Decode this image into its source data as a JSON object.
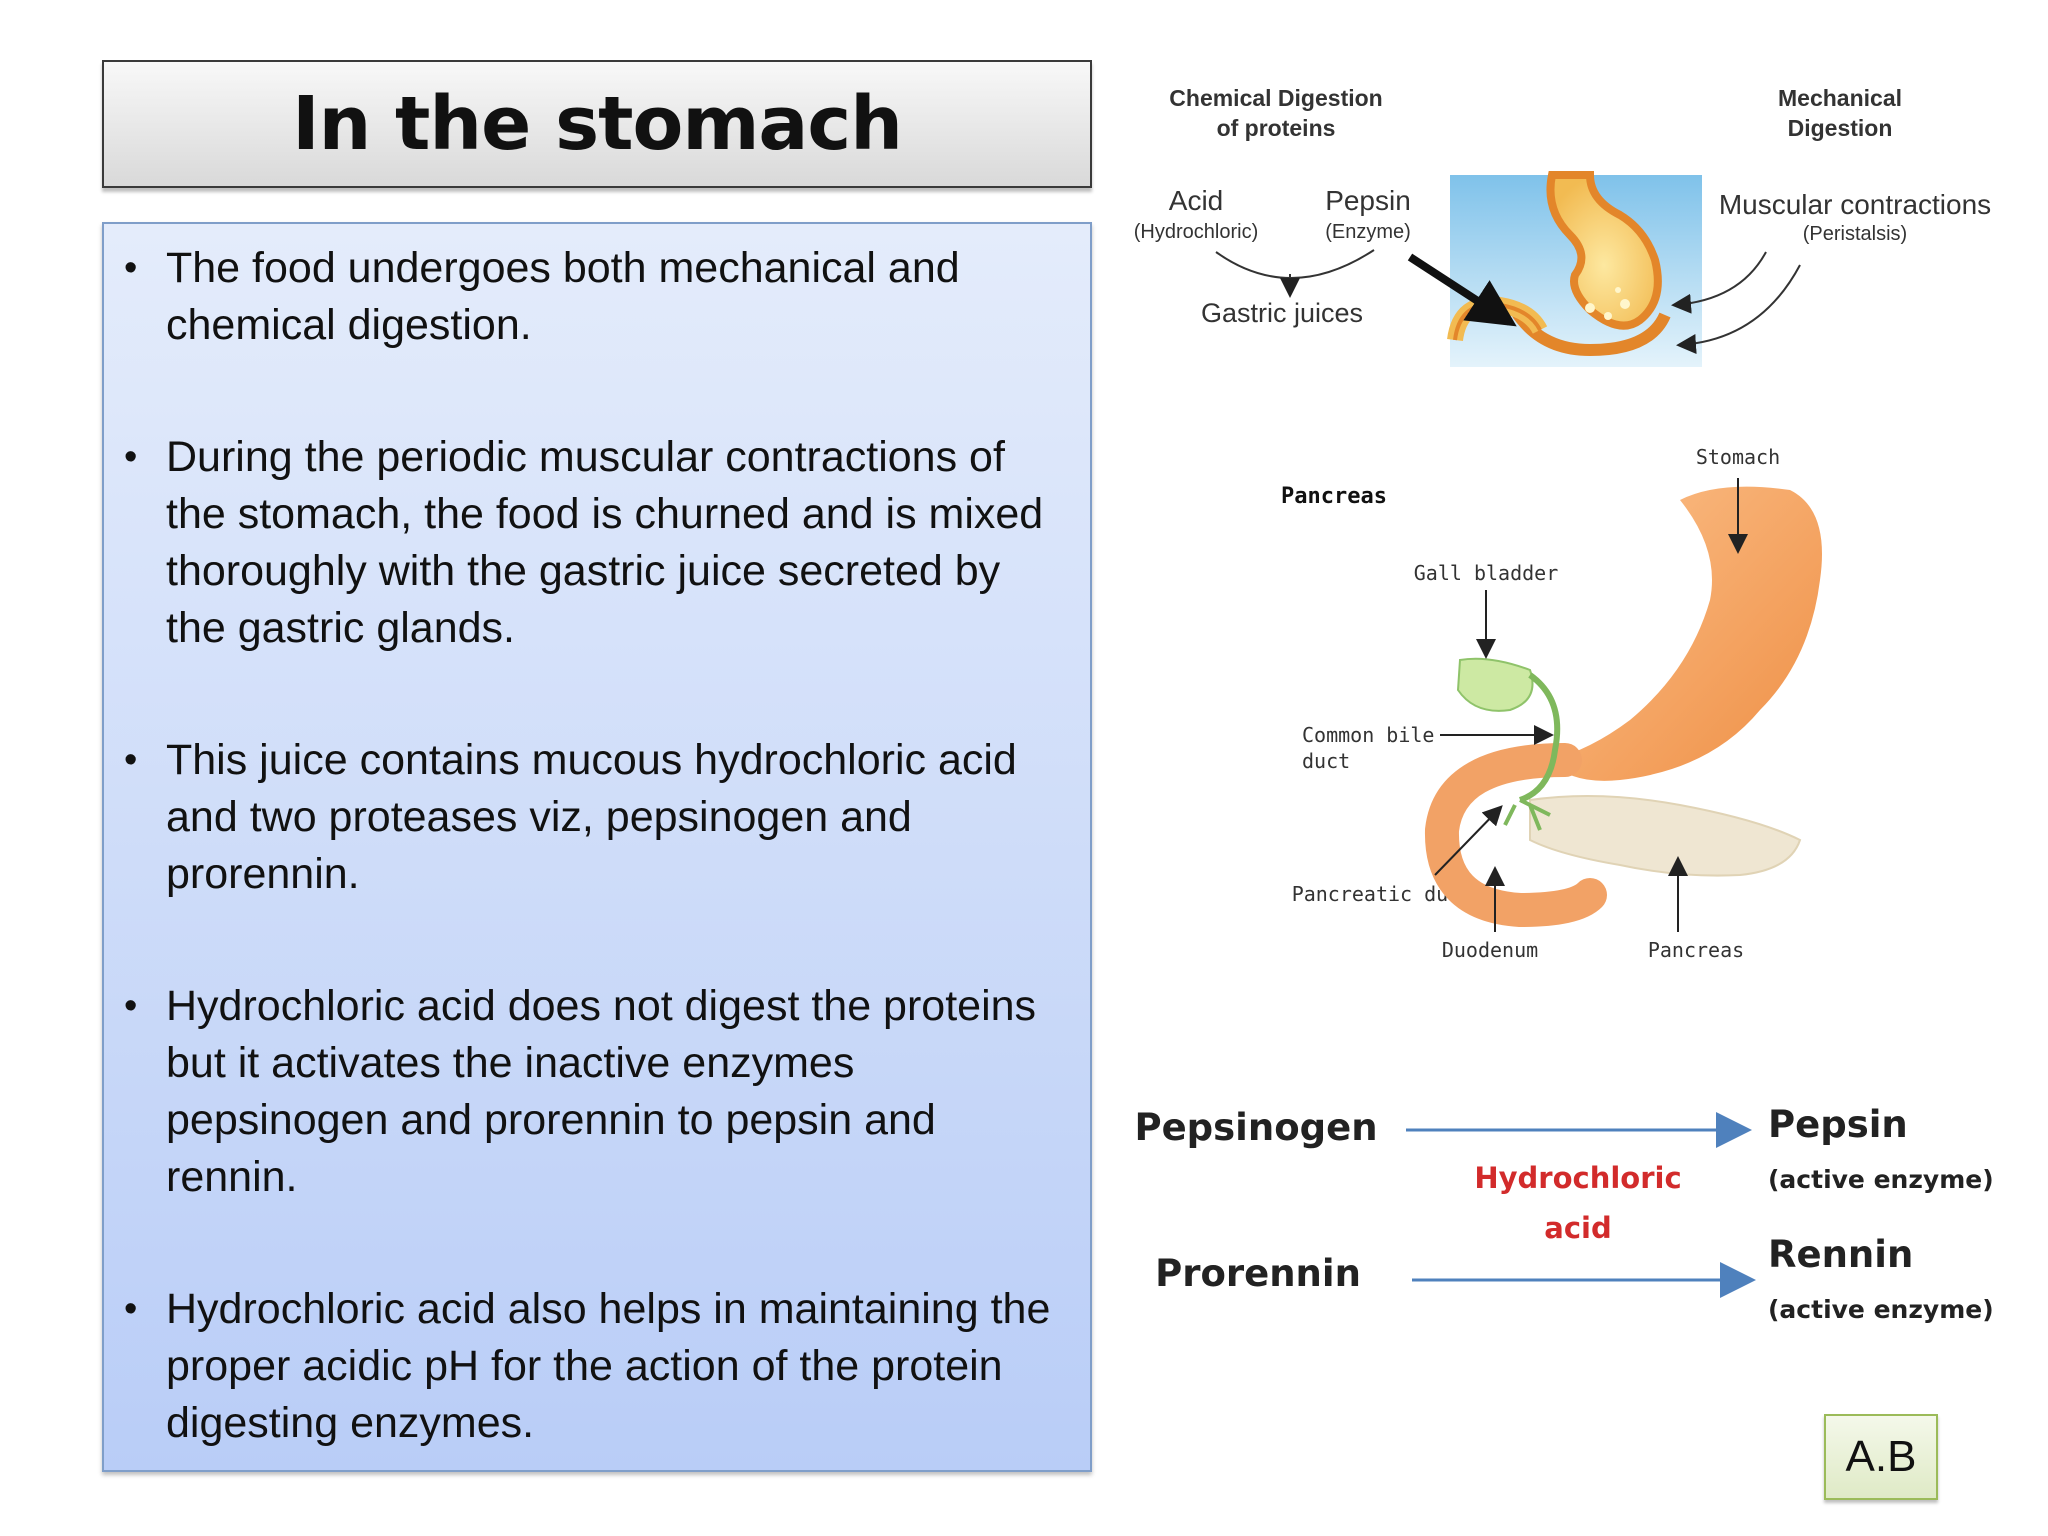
{
  "title": "In the stomach",
  "bullets": [
    "The food undergoes both mechanical and chemical digestion.",
    "During the periodic muscular contractions of the stomach, the food is churned and is mixed thoroughly with the gastric juice secreted by the gastric glands.",
    "This juice contains mucous hydrochloric acid and two proteases viz, pepsinogen and prorennin.",
    "Hydrochloric acid does not digest the proteins but it activates the inactive enzymes pepsinogen and prorennin to pepsin and rennin.",
    "Hydrochloric acid also helps in maintaining the proper acidic pH for the action of the protein digesting enzymes."
  ],
  "stomach_diagram": {
    "chemical_heading_1": "Chemical Digestion",
    "chemical_heading_2": "of proteins",
    "mechanical_heading_1": "Mechanical",
    "mechanical_heading_2": "Digestion",
    "acid": "Acid",
    "acid_sub": "(Hydrochloric)",
    "pepsin": "Pepsin",
    "pepsin_sub": "(Enzyme)",
    "gastric": "Gastric juices",
    "muscular": "Muscular contractions",
    "muscular_sub": "(Peristalsis)"
  },
  "pancreas_diagram": {
    "title": "Pancreas",
    "stomach": "Stomach",
    "gall_bladder": "Gall bladder",
    "common_bile_1": "Common bile",
    "common_bile_2": "duct",
    "pancreatic_duct": "Pancreatic duct",
    "duodenum": "Duodenum",
    "pancreas": "Pancreas"
  },
  "activation": {
    "pepsinogen": "Pepsinogen",
    "prorennin": "Prorennin",
    "pepsin": "Pepsin",
    "rennin": "Rennin",
    "active1": "(active enzyme)",
    "active2": "(active enzyme)",
    "catalyst_1": "Hydrochloric",
    "catalyst_2": "acid"
  },
  "badge": "A.B",
  "colors": {
    "catalyst": "#d22b2b",
    "arrow": "#4f81bd",
    "organ": "#f5a25d"
  }
}
